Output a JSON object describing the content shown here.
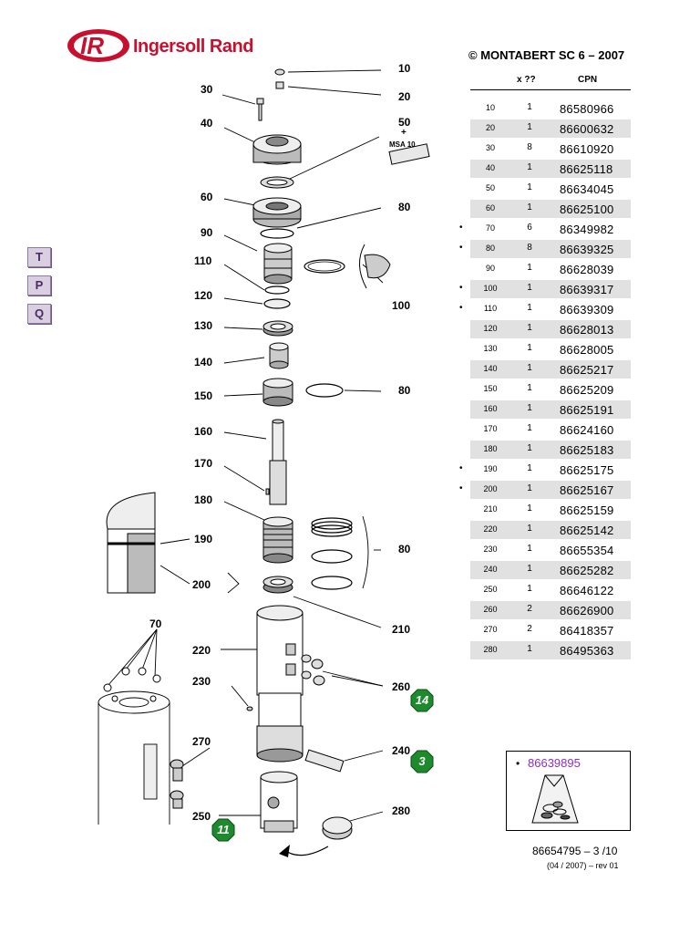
{
  "brand": {
    "name": "Ingersoll Rand",
    "color": "#c8102e"
  },
  "header": {
    "copyright": "© MONTABERT SC 6 – 2007",
    "qty_header": "x ??",
    "cpn_header": "CPN"
  },
  "side_nav": {
    "t": "T",
    "p": "P",
    "q": "Q"
  },
  "parts": [
    {
      "item": "10",
      "qty": "1",
      "cpn": "86580966",
      "bullet": false
    },
    {
      "item": "20",
      "qty": "1",
      "cpn": "86600632",
      "bullet": false
    },
    {
      "item": "30",
      "qty": "8",
      "cpn": "86610920",
      "bullet": false
    },
    {
      "item": "40",
      "qty": "1",
      "cpn": "86625118",
      "bullet": false
    },
    {
      "item": "50",
      "qty": "1",
      "cpn": "86634045",
      "bullet": false
    },
    {
      "item": "60",
      "qty": "1",
      "cpn": "86625100",
      "bullet": false
    },
    {
      "item": "70",
      "qty": "6",
      "cpn": "86349982",
      "bullet": true
    },
    {
      "item": "80",
      "qty": "8",
      "cpn": "86639325",
      "bullet": true
    },
    {
      "item": "90",
      "qty": "1",
      "cpn": "86628039",
      "bullet": false
    },
    {
      "item": "100",
      "qty": "1",
      "cpn": "86639317",
      "bullet": true
    },
    {
      "item": "110",
      "qty": "1",
      "cpn": "86639309",
      "bullet": true
    },
    {
      "item": "120",
      "qty": "1",
      "cpn": "86628013",
      "bullet": false
    },
    {
      "item": "130",
      "qty": "1",
      "cpn": "86628005",
      "bullet": false
    },
    {
      "item": "140",
      "qty": "1",
      "cpn": "86625217",
      "bullet": false
    },
    {
      "item": "150",
      "qty": "1",
      "cpn": "86625209",
      "bullet": false
    },
    {
      "item": "160",
      "qty": "1",
      "cpn": "86625191",
      "bullet": false
    },
    {
      "item": "170",
      "qty": "1",
      "cpn": "86624160",
      "bullet": false
    },
    {
      "item": "180",
      "qty": "1",
      "cpn": "86625183",
      "bullet": false
    },
    {
      "item": "190",
      "qty": "1",
      "cpn": "86625175",
      "bullet": true
    },
    {
      "item": "200",
      "qty": "1",
      "cpn": "86625167",
      "bullet": true
    },
    {
      "item": "210",
      "qty": "1",
      "cpn": "86625159",
      "bullet": false
    },
    {
      "item": "220",
      "qty": "1",
      "cpn": "86625142",
      "bullet": false
    },
    {
      "item": "230",
      "qty": "1",
      "cpn": "86655354",
      "bullet": false
    },
    {
      "item": "240",
      "qty": "1",
      "cpn": "86625282",
      "bullet": false
    },
    {
      "item": "250",
      "qty": "1",
      "cpn": "86646122",
      "bullet": false
    },
    {
      "item": "260",
      "qty": "2",
      "cpn": "86626900",
      "bullet": false
    },
    {
      "item": "270",
      "qty": "2",
      "cpn": "86418357",
      "bullet": false
    },
    {
      "item": "280",
      "qty": "1",
      "cpn": "86495363",
      "bullet": false
    }
  ],
  "bullet_char": "•",
  "callouts": {
    "l10": "10",
    "l20": "20",
    "l30": "30",
    "l40": "40",
    "l50": "50",
    "l50plus": "+",
    "msa": "MSA 10",
    "l60": "60",
    "l80a": "80",
    "l90": "90",
    "l110": "110",
    "l100": "100",
    "l120": "120",
    "l130": "130",
    "l140": "140",
    "l150": "150",
    "l80b": "80",
    "l160": "160",
    "l170": "170",
    "l180": "180",
    "l190": "190",
    "l80c": "80",
    "l200": "200",
    "l70": "70",
    "l210": "210",
    "l220": "220",
    "l230": "230",
    "l260": "260",
    "l270": "270",
    "l240": "240",
    "l250": "250",
    "l280": "280"
  },
  "badges": {
    "b14": "14",
    "b3": "3",
    "b11": "11"
  },
  "badge_color": "#1e8a2e",
  "kit": {
    "bullet": "•",
    "part_number": "86639895",
    "color": "#8e2fc2"
  },
  "footer": {
    "ref": "86654795 – 3 /10",
    "date": "(04 / 2007) – rev 01"
  }
}
